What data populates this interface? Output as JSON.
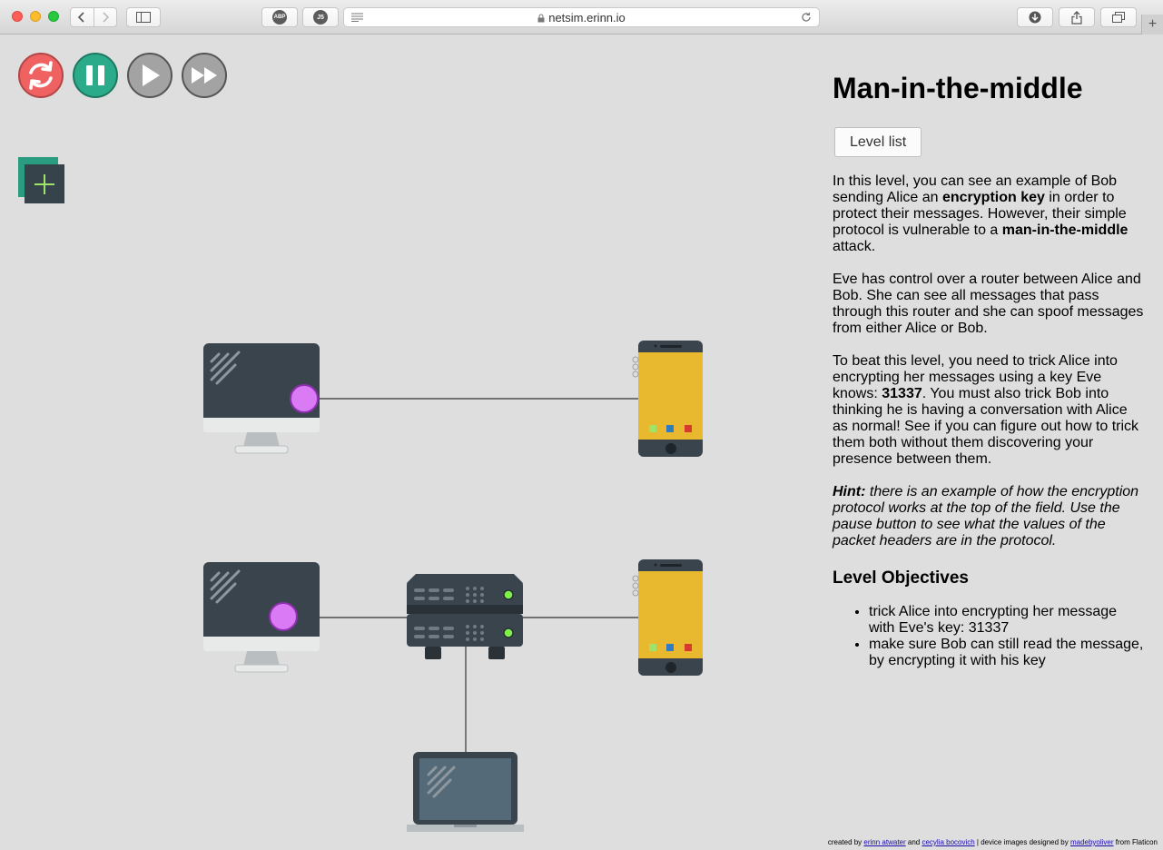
{
  "browser": {
    "url": "netsim.erinn.io",
    "ext_abp": "ABP",
    "ext_js": "J5"
  },
  "controls": {
    "reset": "reset-icon",
    "pause": "pause-icon",
    "play": "play-icon",
    "fast_forward": "fast-forward-icon",
    "add_device": "plus-icon"
  },
  "colors": {
    "reset": "#f06262",
    "pause": "#2bab8a",
    "inactive": "#a3a3a3",
    "phone": "#e8b92e",
    "device_dark": "#3a444c",
    "node_marker": "#da7af5",
    "router_led": "#7ff24a"
  },
  "network": {
    "devices": [
      {
        "type": "desktop",
        "name": "desktop-top"
      },
      {
        "type": "phone",
        "name": "phone-top"
      },
      {
        "type": "desktop",
        "name": "desktop-bottom"
      },
      {
        "type": "router",
        "name": "router"
      },
      {
        "type": "phone",
        "name": "phone-bottom"
      },
      {
        "type": "laptop",
        "name": "laptop"
      }
    ]
  },
  "sidebar": {
    "title": "Man-in-the-middle",
    "level_list_label": "Level list",
    "p1": {
      "a": "In this level, you can see an example of Bob sending Alice an ",
      "b": "encryption key",
      "c": " in order to protect their messages. However, their simple protocol is vulnerable to a ",
      "d": "man-in-the-middle",
      "e": " attack."
    },
    "p2": "Eve has control over a router between Alice and Bob. She can see all messages that pass through this router and she can spoof messages from either Alice or Bob.",
    "p3": {
      "a": "To beat this level, you need to trick Alice into encrypting her messages using a key Eve knows: ",
      "b": "31337",
      "c": ". You must also trick Bob into thinking he is having a conversation with Alice as normal! See if you can figure out how to trick them both without them discovering your presence between them."
    },
    "hint": {
      "label": "Hint:",
      "text": " there is an example of how the encryption protocol works at the top of the field. Use the pause button to see what the values of the packet headers are in the protocol."
    },
    "objectives_heading": "Level Objectives",
    "objectives": [
      "trick Alice into encrypting her message with Eve's key: 31337",
      "make sure Bob can still read the message, by encrypting it with his key"
    ]
  },
  "credits": {
    "prefix": "created by ",
    "author1": "erinn atwater",
    "and": " and ",
    "author2": "cecylia bocovich",
    "mid": " | device images designed by ",
    "designer": "madebyoliver",
    "suffix": " from Flaticon"
  }
}
